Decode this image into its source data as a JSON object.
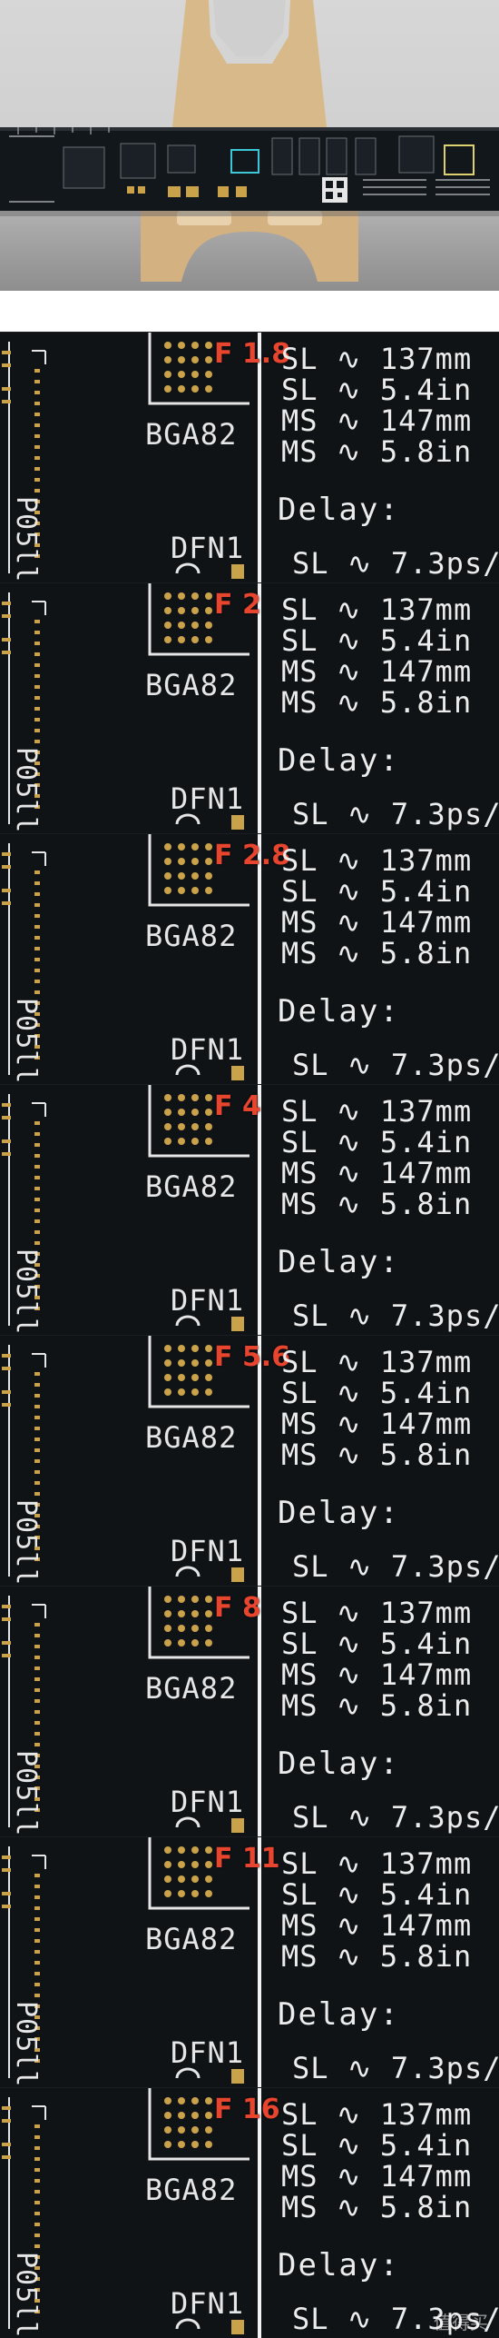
{
  "header": {
    "image_description_hidden": ""
  },
  "frames": [
    {
      "fstop": "F 1.8"
    },
    {
      "fstop": "F 2"
    },
    {
      "fstop": "F 2.8"
    },
    {
      "fstop": "F 4"
    },
    {
      "fstop": "F 5.6"
    },
    {
      "fstop": "F 8"
    },
    {
      "fstop": "F 11"
    },
    {
      "fstop": "F 16"
    }
  ],
  "pcb_labels": {
    "bga": "BGA82",
    "dfn": "DFN1",
    "p05": "P05ll",
    "spec_1": "SL ∿ 137mm",
    "spec_2": "SL ∿ 5.4in",
    "spec_3": "MS ∿ 147mm",
    "spec_4": "MS ∿ 5.8in",
    "delay_title": "Delay:",
    "delay_value": "SL ∿ 7.3ps/"
  },
  "watermark": "值得买",
  "colors": {
    "fstop_text": "#e8452f",
    "pcb_board": "#0f1316",
    "silkscreen": "#e6e6e6",
    "pad_gold": "#c9a24a",
    "stand_wood": "#d8b98a"
  }
}
